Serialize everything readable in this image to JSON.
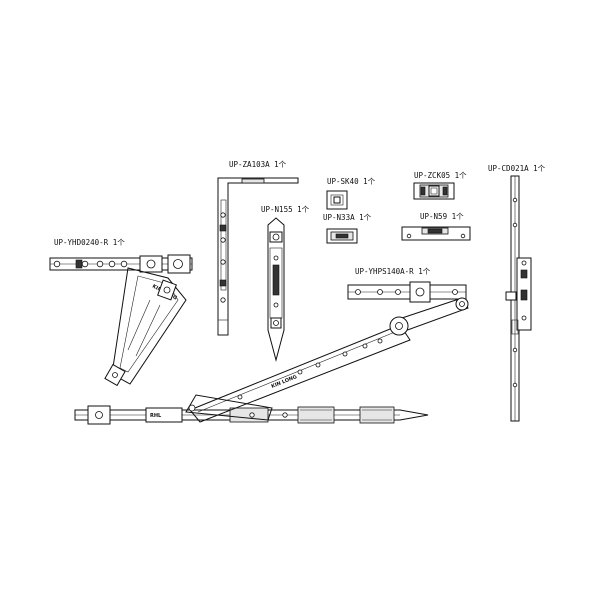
{
  "parts": {
    "za103a": "UP-ZA103A 1个",
    "sk40": "UP-SK40 1个",
    "zck05": "UP-ZCK05 1个",
    "cd021a": "UP-CD021A 1个",
    "n155": "UP-N155 1个",
    "n33a": "UP-N33A 1个",
    "n59": "UP-N59 1个",
    "yhd0240r": "UP-YHD0240-R 1个",
    "yhps140ar": "UP-YHPS140A-R 1个"
  },
  "stamps": {
    "brand": "KIN LONG",
    "plate": "RHL"
  }
}
